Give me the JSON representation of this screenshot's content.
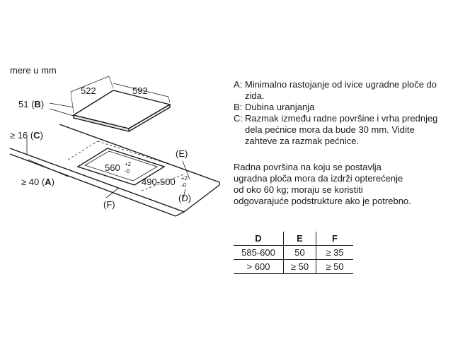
{
  "unit_note": "mere u mm",
  "figure": {
    "hob_width": "522",
    "hob_depth": "592",
    "hob_height": "51",
    "hob_height_key": "B",
    "gap_value": "≥ 16",
    "gap_key": "C",
    "edge_value": "≥ 40",
    "edge_key": "A",
    "cutout_depth": "560",
    "cutout_depth_tol_plus": "+2",
    "cutout_depth_tol_minus": "-0",
    "cutout_width": "490-500",
    "cutout_width_tol_plus": "+2",
    "cutout_width_tol_minus": "-0",
    "label_e": "E",
    "label_f": "F",
    "label_d": "D"
  },
  "legend": [
    {
      "key": "A:",
      "text": "Minimalno rastojanje od ivice ugradne ploče do zida."
    },
    {
      "key": "B:",
      "text": "Dubina uranjanja"
    },
    {
      "key": "C:",
      "text": "Razmak između radne površine i vrha prednjeg dela pećnice mora da bude 30 mm. Vidite zahteve za razmak pećnice."
    }
  ],
  "note": "Radna površina na koju se postavlja\nugradna ploča mora da izdrži opterećenje\nod oko 60 kg; moraju se koristiti\nodgovarajuće podstrukture ako je potrebno.",
  "table": {
    "headers": [
      "D",
      "E",
      "F"
    ],
    "rows": [
      [
        "585-600",
        "50",
        "≥ 35"
      ],
      [
        "> 600",
        "≥ 50",
        "≥ 50"
      ]
    ]
  }
}
